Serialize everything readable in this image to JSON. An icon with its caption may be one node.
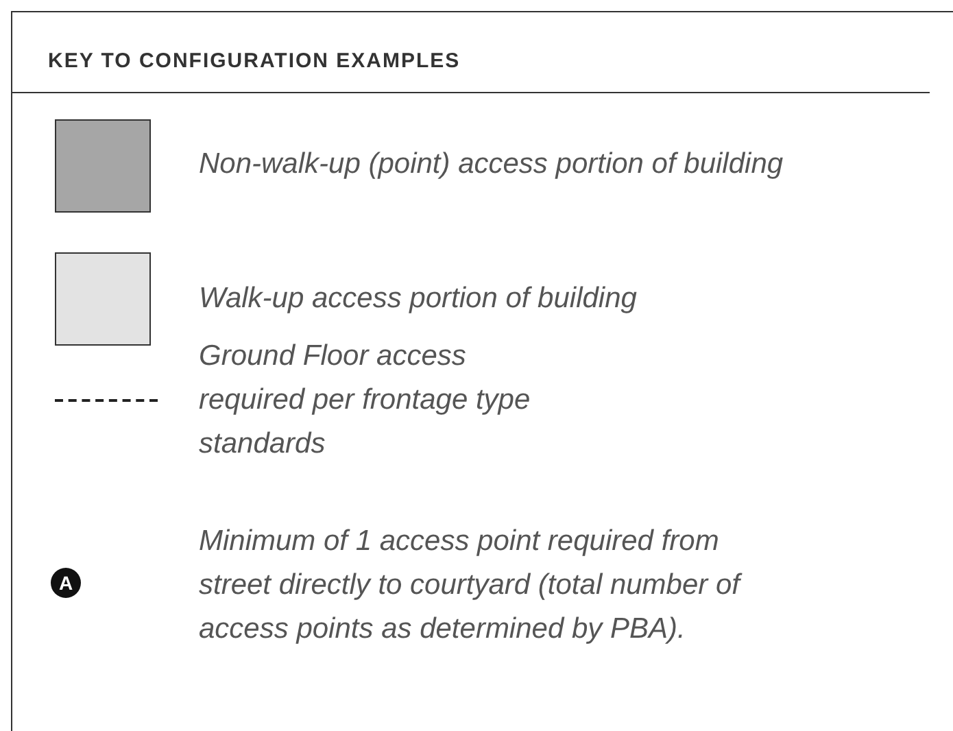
{
  "diagram": {
    "title": "KEY TO CONFIGURATION EXAMPLES",
    "labels": [
      "A"
    ],
    "legend": [
      {
        "text": "Non-walk-up (point) access portion of building",
        "color": "#a6a6a6"
      },
      {
        "text": "Walk-up access portion of building",
        "color": "#e3e3e3"
      },
      {
        "text": "Ground Floor access required per frontage type standards"
      },
      {
        "text": "Minimum of 1 access point required from street directly to courtyard (total number of access points as determined by PBA)."
      }
    ]
  }
}
